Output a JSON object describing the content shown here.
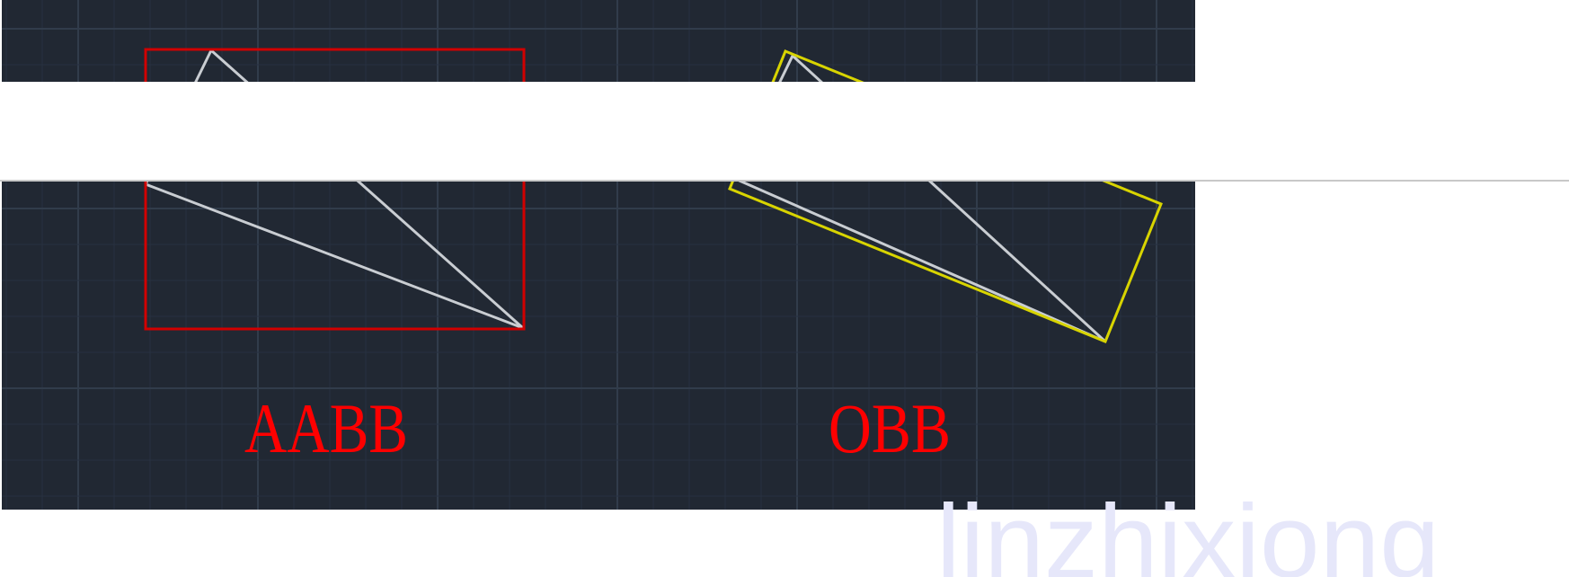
{
  "labels": {
    "aabb": "AABB",
    "obb": "OBB"
  },
  "watermark": "linzhixiong",
  "colors": {
    "canvas_background": "#212833",
    "grid_minor": "#283140",
    "grid_major": "#313c4b",
    "aabb_box": "#d10000",
    "obb_box": "#d8d400",
    "triangle_edges": "#c9cdd2",
    "label_text": "#ff0000",
    "watermark_text": "#e6e7fa",
    "separator_band": "#ffffff",
    "separator_line": "#c8c8c8"
  },
  "icons": {
    "aabb_triangle": "triangle-outline",
    "obb_triangle": "triangle-outline"
  }
}
